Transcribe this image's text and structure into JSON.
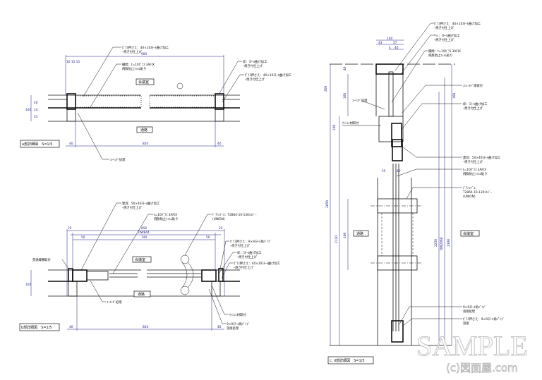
{
  "section_a": {
    "caption": "a部詳細図　S=1/5",
    "room_top": "会議室",
    "room_bottom": "通路",
    "notes": [
      "ｶﾞﾗｽ押さえ：40×10ｽﾁｰﾙ曲げ加工",
      "ｰ焼き付仕上げ",
      "欄間：t=10ｶﾞﾗｽ 3AFIX",
      "飛散防止ﾌｨﾙﾑ貼り",
      "枠：ｽﾁｰﾙ曲げ加工",
      "ｰ焼き付仕上げ",
      "ｶﾞﾗｽ押さえ：40×10ｽﾁｰﾙ曲げ加工",
      "ｰ焼き付仕上げ",
      "ｺｰｷﾝｸﾞ処理"
    ],
    "dims": {
      "overall": "900",
      "left": "40",
      "center": "820",
      "right": "40",
      "depth": "100",
      "d1": "40",
      "d2": "14",
      "d3": "43",
      "side": "10 15 15"
    }
  },
  "section_b": {
    "caption": "b部詳細図　S=1/5",
    "room_top": "会議室",
    "room_bottom": "通路",
    "notes": [
      "建具：50×40ｽﾁｰﾙ曲げ加工",
      "ｰ焼き付仕上げ",
      "t=10ｶﾞﾗｽ 3AFIX",
      "飛散防止ﾌｨﾙﾑ貼り",
      "ﾄﾞｱﾊﾝﾄﾞﾙ：T2864-10-130ｼﾙﾊﾞｰ",
      "(UNION)",
      "ｶﾞﾗｽ押さえ：9×9ｽﾁｰﾙ角ﾊﾟｲﾌﾟ",
      "ｰ焼き付仕上げ",
      "枠：ｽﾁｰﾙ曲げ加工",
      "ｰ焼き付仕上げ",
      "ｶﾞﾗｽ押さえ：40×10ｽﾁｰﾙ曲げ加工",
      "ｰ焼き付仕上げ",
      "普通蝶番取付",
      "ｺｰｷﾝｸﾞ処理",
      "ｸｯｼｮﾝ材取付",
      "9×9ｽﾁｰﾙ角ﾊﾟｲﾌﾟ",
      "溶接処理"
    ],
    "dims": {
      "overall": "850",
      "dw": "DW844",
      "l50": "50",
      "mid": "744",
      "r50": "50",
      "bottom": "820",
      "left": "40",
      "right": "40",
      "lt": "25",
      "rt": "25",
      "depth": "100"
    }
  },
  "section_cd": {
    "caption": "c, d部詳細図　S=1/5",
    "room_left": "通路",
    "room_right": "会議室",
    "notes": [
      "ｶﾞﾗｽ押さえ：40×10ｽﾁｰﾙ曲げ加工",
      "ｰ焼き付仕上げ",
      "ｻｯｼ：ｽﾁｰﾙ曲げ加工",
      "ｰ焼き付仕上げ",
      "欄間：t=10ｶﾞﾗｽ 3AFIX",
      "飛散防止ﾌｨﾙﾑ貼り",
      "ｺﾝｼｰﾙﾄﾞ扉取付",
      "枠：ｽﾁｰﾙ曲げ加工",
      "ｰ焼き付仕上げ",
      "建具：50×40ｽﾁｰﾙ曲げ加工",
      "ｰ焼き付仕上げ",
      "t=10ｶﾞﾗｽ 3AFIX",
      "飛散防止ﾌｨﾙﾑ貼り",
      "ﾄﾞｱﾊﾝﾄﾞﾙ：",
      "T2864-10-130ｼﾙﾊﾞｰ",
      "(UNION)",
      "9×9ｽﾁｰﾙ角ﾊﾟｲﾌﾟ",
      "溶接処理",
      "ｶﾞﾗｽ押さえ：9×9ｽﾁｰﾙ角ﾊﾟｲﾌﾟ",
      "溶接",
      "ｺｰｷﾝｸﾞ処理",
      "ｸｯｼｮﾝ材取付"
    ],
    "dims": {
      "w100": "100",
      "w43": "43",
      "w57": "57",
      "w4": "4",
      "w40": "40",
      "h200": "200",
      "h160": "160",
      "h40": "40",
      "h160r": "160",
      "total": "2850",
      "door": "2110",
      "handle": "400",
      "r1": "2250",
      "r2": "DW2060",
      "r3": "2300",
      "b55": "55",
      "b40": "40",
      "h100": "100"
    }
  },
  "watermark": {
    "text": "SAMPLE",
    "credit": "(c)図面屋.com"
  }
}
